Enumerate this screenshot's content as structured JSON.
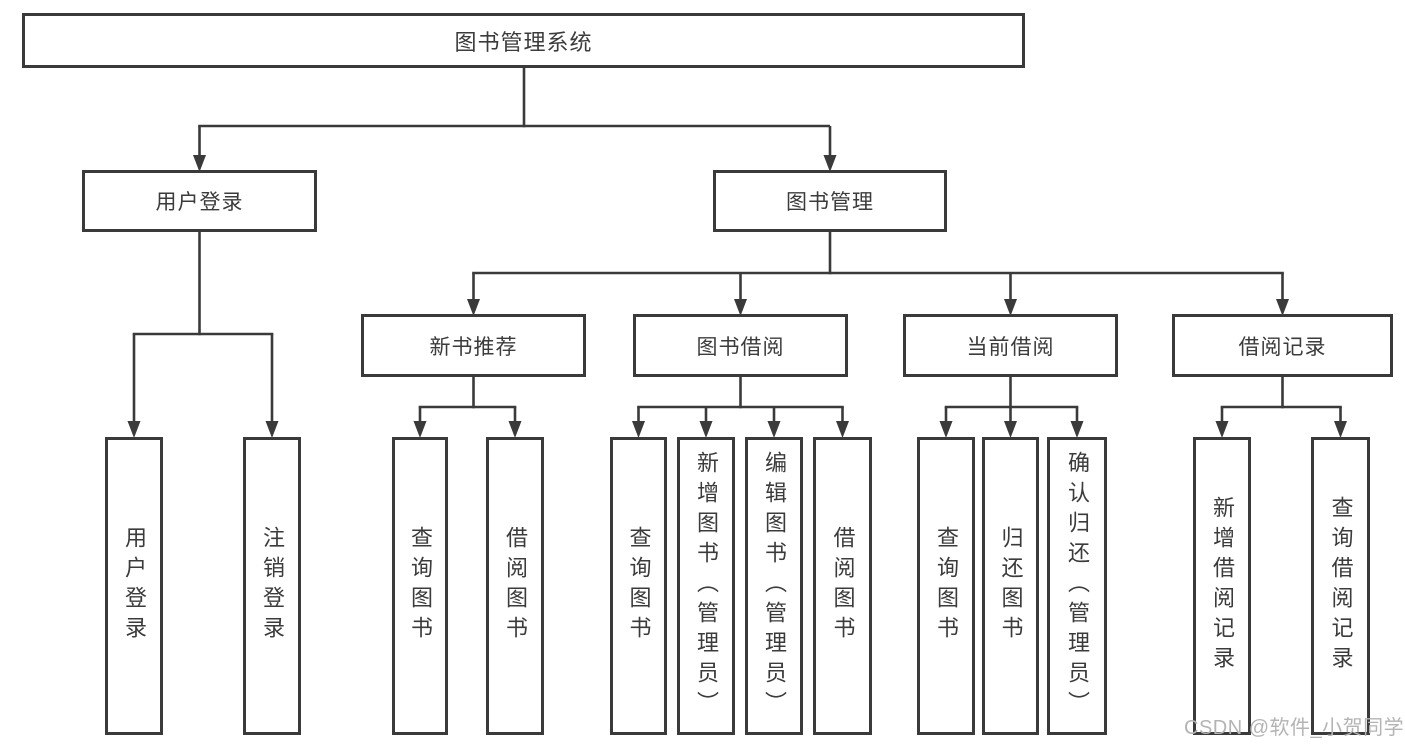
{
  "diagram": {
    "root": {
      "label": "图书管理系统"
    },
    "user_login": {
      "label": "用户登录",
      "children": [
        {
          "label": "用户登录"
        },
        {
          "label": "注销登录"
        }
      ]
    },
    "book_mgmt": {
      "label": "图书管理",
      "sections": [
        {
          "label": "新书推荐",
          "children": [
            {
              "label": "查询图书"
            },
            {
              "label": "借阅图书"
            }
          ]
        },
        {
          "label": "图书借阅",
          "children": [
            {
              "label": "查询图书"
            },
            {
              "label": "新增图书（管理员）"
            },
            {
              "label": "编辑图书（管理员）"
            },
            {
              "label": "借阅图书"
            }
          ]
        },
        {
          "label": "当前借阅",
          "children": [
            {
              "label": "查询图书"
            },
            {
              "label": "归还图书"
            },
            {
              "label": "确认归还（管理员）"
            }
          ]
        },
        {
          "label": "借阅记录",
          "children": [
            {
              "label": "新增借阅记录"
            },
            {
              "label": "查询借阅记录"
            }
          ]
        }
      ]
    }
  },
  "watermark": {
    "text": "CSDN @软件_小贺同学",
    "color": "#b4b4b4"
  },
  "colors": {
    "line": "#3a3a3a",
    "text": "#3b3b3b",
    "background": "#ffffff"
  }
}
